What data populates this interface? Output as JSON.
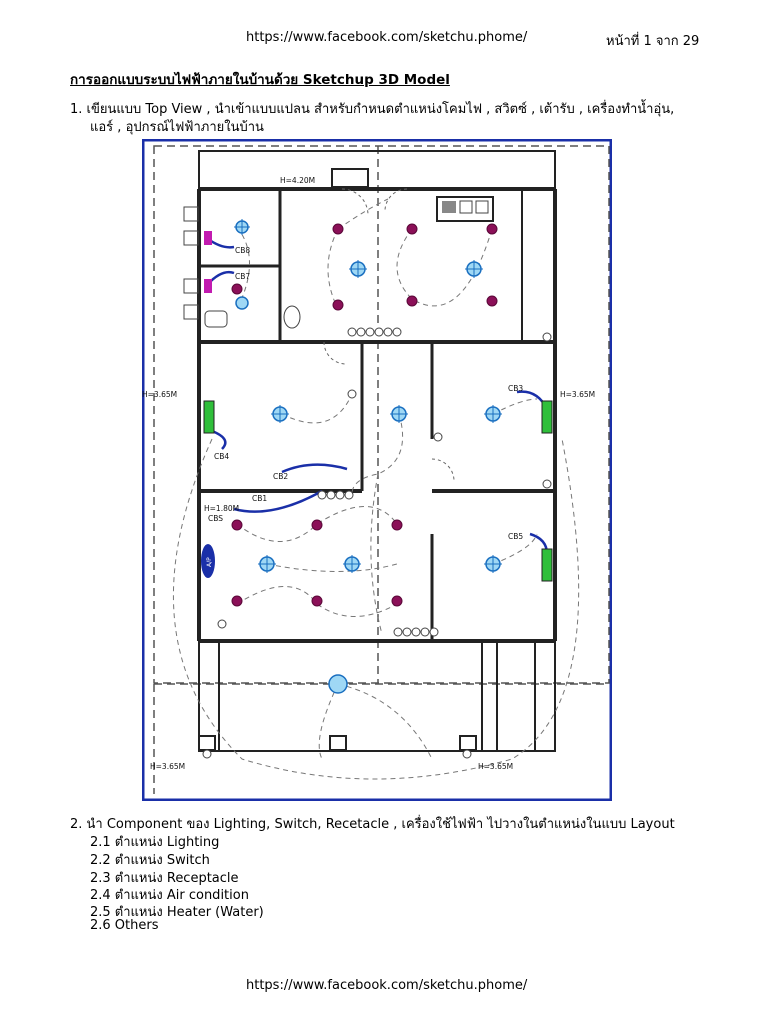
{
  "header": {
    "url": "https://www.facebook.com/sketchu.phome/",
    "page_number": "หน้าที่ 1 จาก 29"
  },
  "title": "การออกแบบระบบไฟฟ้าภายในบ้านด้วย Sketchup 3D Model",
  "step1": {
    "line1": "1. เขียนแบบ Top View , นำเข้าแบบแปลน สำหรับกำหนดตำแหน่งโคมไฟ , สวิตซ์ , เต้ารับ , เครื่องทำน้ำอุ่น,",
    "line2": "แอร์ , อุปกรณ์ไฟฟ้าภายในบ้าน"
  },
  "plan": {
    "labels": {
      "h_top": "H=4.20M",
      "h_left": "H=3.65M",
      "h_right": "H=3.65M",
      "h_mid": "H=1.80M",
      "h_bottom_left": "H=3.65M",
      "h_bottom_right": "H=3.65M",
      "cb8": "CB8",
      "cb7": "CB7",
      "cb4": "CB4",
      "cb2": "CB2",
      "cb1": "CB1",
      "cbs": "CBS",
      "cb3": "CB3",
      "cb5": "CB5",
      "ac": "A/P"
    },
    "colors": {
      "frame": "#1a2fa8",
      "downlight": "#39a9e8",
      "socket": "#8b1058",
      "aircon": "#2fbf3a",
      "breaker_wire": "#1a2fa8",
      "heater": "#c21bb0"
    }
  },
  "step2": {
    "line": "2. นำ Component ของ Lighting, Switch, Recetacle , เครื่องใช้ไฟฟ้า ไปวางในตำแหน่งในแบบ Layout",
    "items": [
      "2.1 ตำแหน่ง Lighting",
      "2.2 ตำแหน่ง Switch",
      "2.3 ตำแหน่ง Receptacle",
      "2.4 ตำแหน่ง Air condition",
      "2.5 ตำแหน่ง Heater (Water)",
      "2.6  Others"
    ]
  },
  "footer": {
    "url": "https://www.facebook.com/sketchu.phome/"
  }
}
